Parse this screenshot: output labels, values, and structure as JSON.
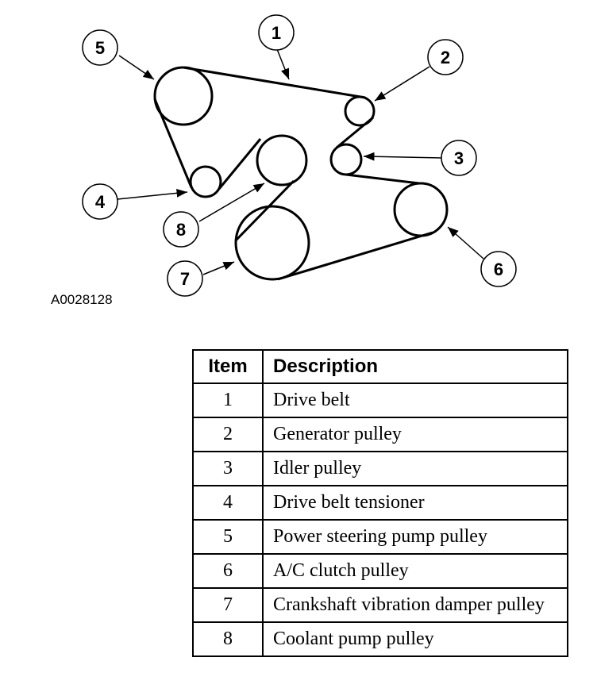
{
  "figure_code": "A0028128",
  "callouts": [
    "1",
    "2",
    "3",
    "4",
    "5",
    "6",
    "7",
    "8"
  ],
  "table": {
    "headers": {
      "item": "Item",
      "description": "Description"
    },
    "rows": [
      {
        "item": "1",
        "description": "Drive belt"
      },
      {
        "item": "2",
        "description": "Generator pulley"
      },
      {
        "item": "3",
        "description": "Idler pulley"
      },
      {
        "item": "4",
        "description": "Drive belt tensioner"
      },
      {
        "item": "5",
        "description": "Power steering pump pulley"
      },
      {
        "item": "6",
        "description": "A/C clutch pulley"
      },
      {
        "item": "7",
        "description": "Crankshaft vibration damper pulley"
      },
      {
        "item": "8",
        "description": "Coolant pump pulley"
      }
    ]
  }
}
